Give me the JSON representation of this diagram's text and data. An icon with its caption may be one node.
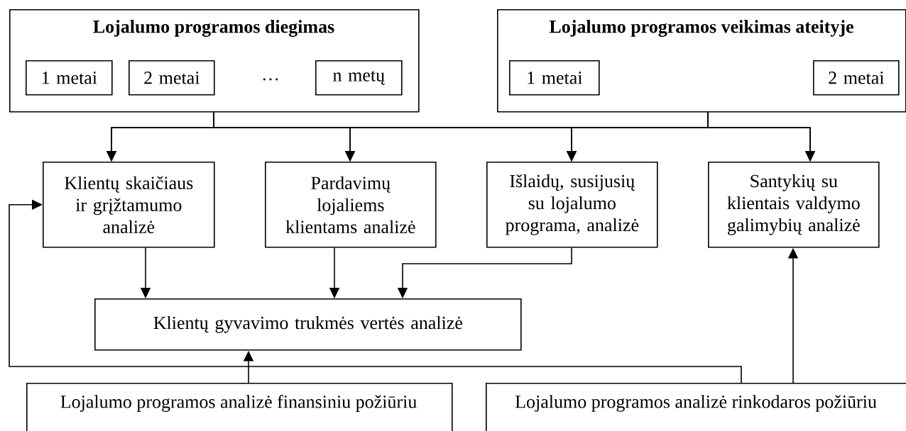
{
  "diagram": {
    "nodes": [
      {
        "text": [
          "Lojalumo programos diegimas",
          "…"
        ]
      },
      {
        "text": [
          "1 metai"
        ],
        "in": 0
      },
      {
        "text": [
          "2 metai"
        ],
        "in": 0
      },
      {
        "text": [
          "n metų"
        ],
        "in": 0
      },
      {
        "text": [
          "Lojalumo programos veikimas ateityje"
        ]
      },
      {
        "text": [
          "1 metai"
        ],
        "in": 4
      },
      {
        "text": [
          "2 metai"
        ],
        "in": 4
      },
      {
        "text": [
          "Klientų skaičiaus ir grįžtamumo analizė"
        ]
      },
      {
        "text": [
          "Pardavimų lojaliems klientams analizė"
        ]
      },
      {
        "text": [
          "Išlaidų, susijusių su lojalumo programa, analizė"
        ]
      },
      {
        "text": [
          "Santykių su klientais valdymo galimybių analizė"
        ]
      },
      {
        "text": [
          "Klientų gyvavimo trukmės vertės analizė"
        ]
      },
      {
        "text": [
          "Lojalumo programos analizė finansiniu požiūriu"
        ]
      },
      {
        "text": [
          "Lojalumo programos analizė rinkodaros požiūriu"
        ]
      }
    ],
    "edges": [
      {
        "from": 0,
        "to": 7,
        "arrow": "to"
      },
      {
        "from": 0,
        "to": 8,
        "arrow": "to"
      },
      {
        "from": 0,
        "to": 9,
        "arrow": "to"
      },
      {
        "from": 0,
        "to": 10,
        "arrow": "to"
      },
      {
        "from": 4,
        "to": 7,
        "arrow": "to"
      },
      {
        "from": 4,
        "to": 8,
        "arrow": "to"
      },
      {
        "from": 4,
        "to": 9,
        "arrow": "to"
      },
      {
        "from": 4,
        "to": 10,
        "arrow": "to"
      },
      {
        "from": 7,
        "to": 11,
        "arrow": "to"
      },
      {
        "from": 8,
        "to": 11,
        "arrow": "to"
      },
      {
        "from": 9,
        "to": 11,
        "arrow": "to"
      },
      {
        "from": 12,
        "to": 11,
        "arrow": "to"
      },
      {
        "from": 13,
        "to": 7,
        "arrow": "to"
      },
      {
        "from": 13,
        "to": 10,
        "arrow": "to"
      }
    ]
  }
}
